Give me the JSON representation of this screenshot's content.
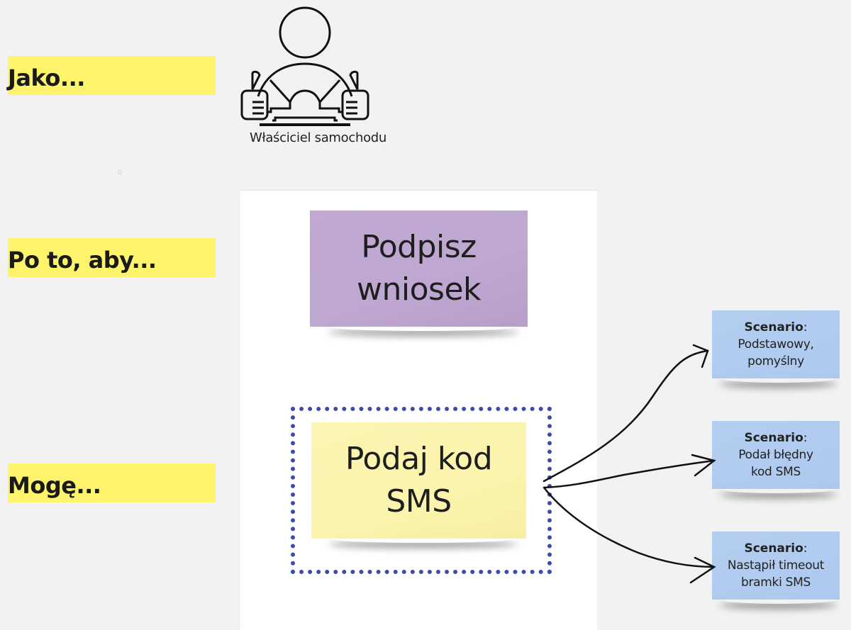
{
  "rows": {
    "as_label": "Jako...",
    "so_that_label": "Po to, aby...",
    "i_can_label": "Mogę..."
  },
  "persona": {
    "icon": "driver-steering-wheel-icon",
    "name": "Właściciel samochodu"
  },
  "goal_sticky": {
    "line1": "Podpisz",
    "line2": "wniosek",
    "color": "#bea7d0"
  },
  "activity_sticky": {
    "line1": "Podaj kod",
    "line2": "SMS",
    "color": "#faf4ad",
    "selection_color": "#414aa6"
  },
  "scenarios": [
    {
      "title": "Scenario",
      "separator": ":",
      "line1": "Podstawowy,",
      "line2": "pomyślny"
    },
    {
      "title": "Scenario",
      "separator": ":",
      "line1": "Podał błędny",
      "line2": "kod SMS"
    },
    {
      "title": "Scenario",
      "separator": ":",
      "line1": "Nastąpił timeout",
      "line2": "bramki SMS"
    }
  ],
  "colors": {
    "label_highlight": "#fdf46b",
    "scenario_note": "#adc9ef",
    "canvas": "#f2f2f2"
  }
}
